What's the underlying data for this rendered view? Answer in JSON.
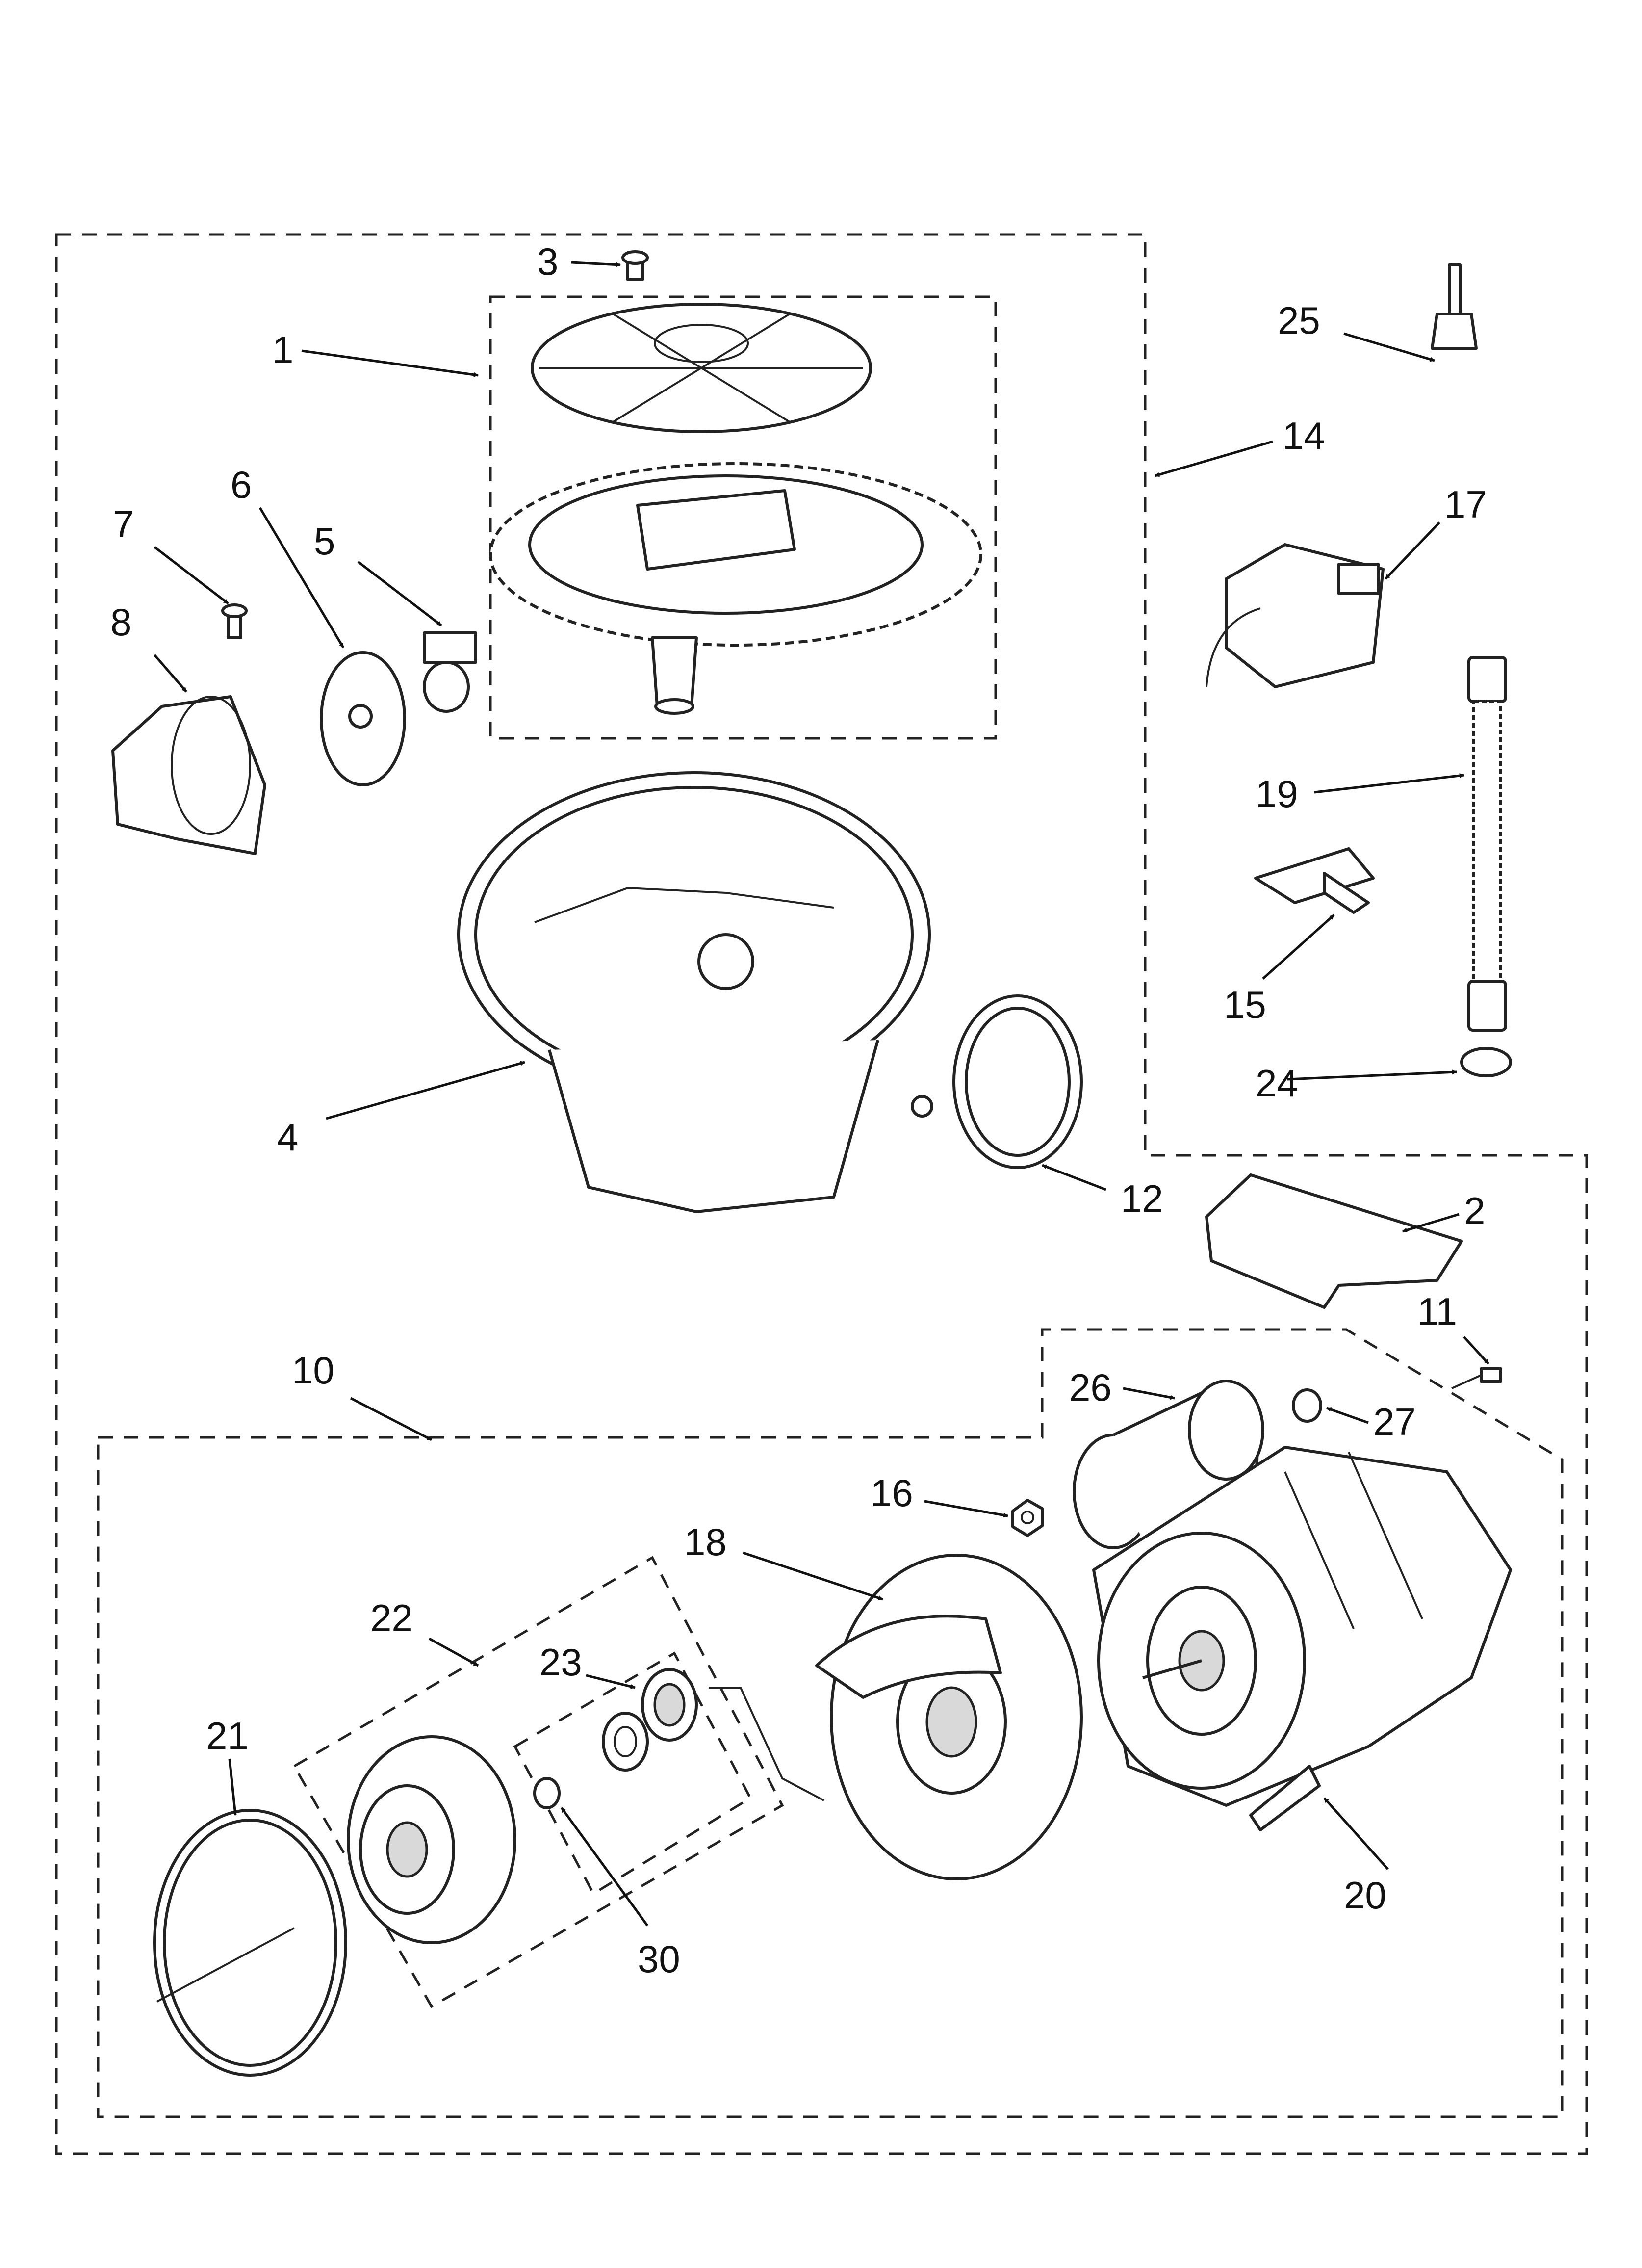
{
  "callouts": {
    "n1": "1",
    "n2": "2",
    "n3": "3",
    "n4": "4",
    "n5": "5",
    "n6": "6",
    "n7": "7",
    "n8": "8",
    "n10": "10",
    "n11": "11",
    "n12": "12",
    "n14": "14",
    "n15": "15",
    "n16": "16",
    "n17": "17",
    "n18": "18",
    "n19": "19",
    "n20": "20",
    "n21": "21",
    "n22": "22",
    "n23": "23",
    "n24": "24",
    "n25": "25",
    "n26": "26",
    "n27": "27",
    "n30": "30"
  },
  "colors": {
    "line": "#222222",
    "background": "#ffffff",
    "fill": "#d9d9d9"
  }
}
